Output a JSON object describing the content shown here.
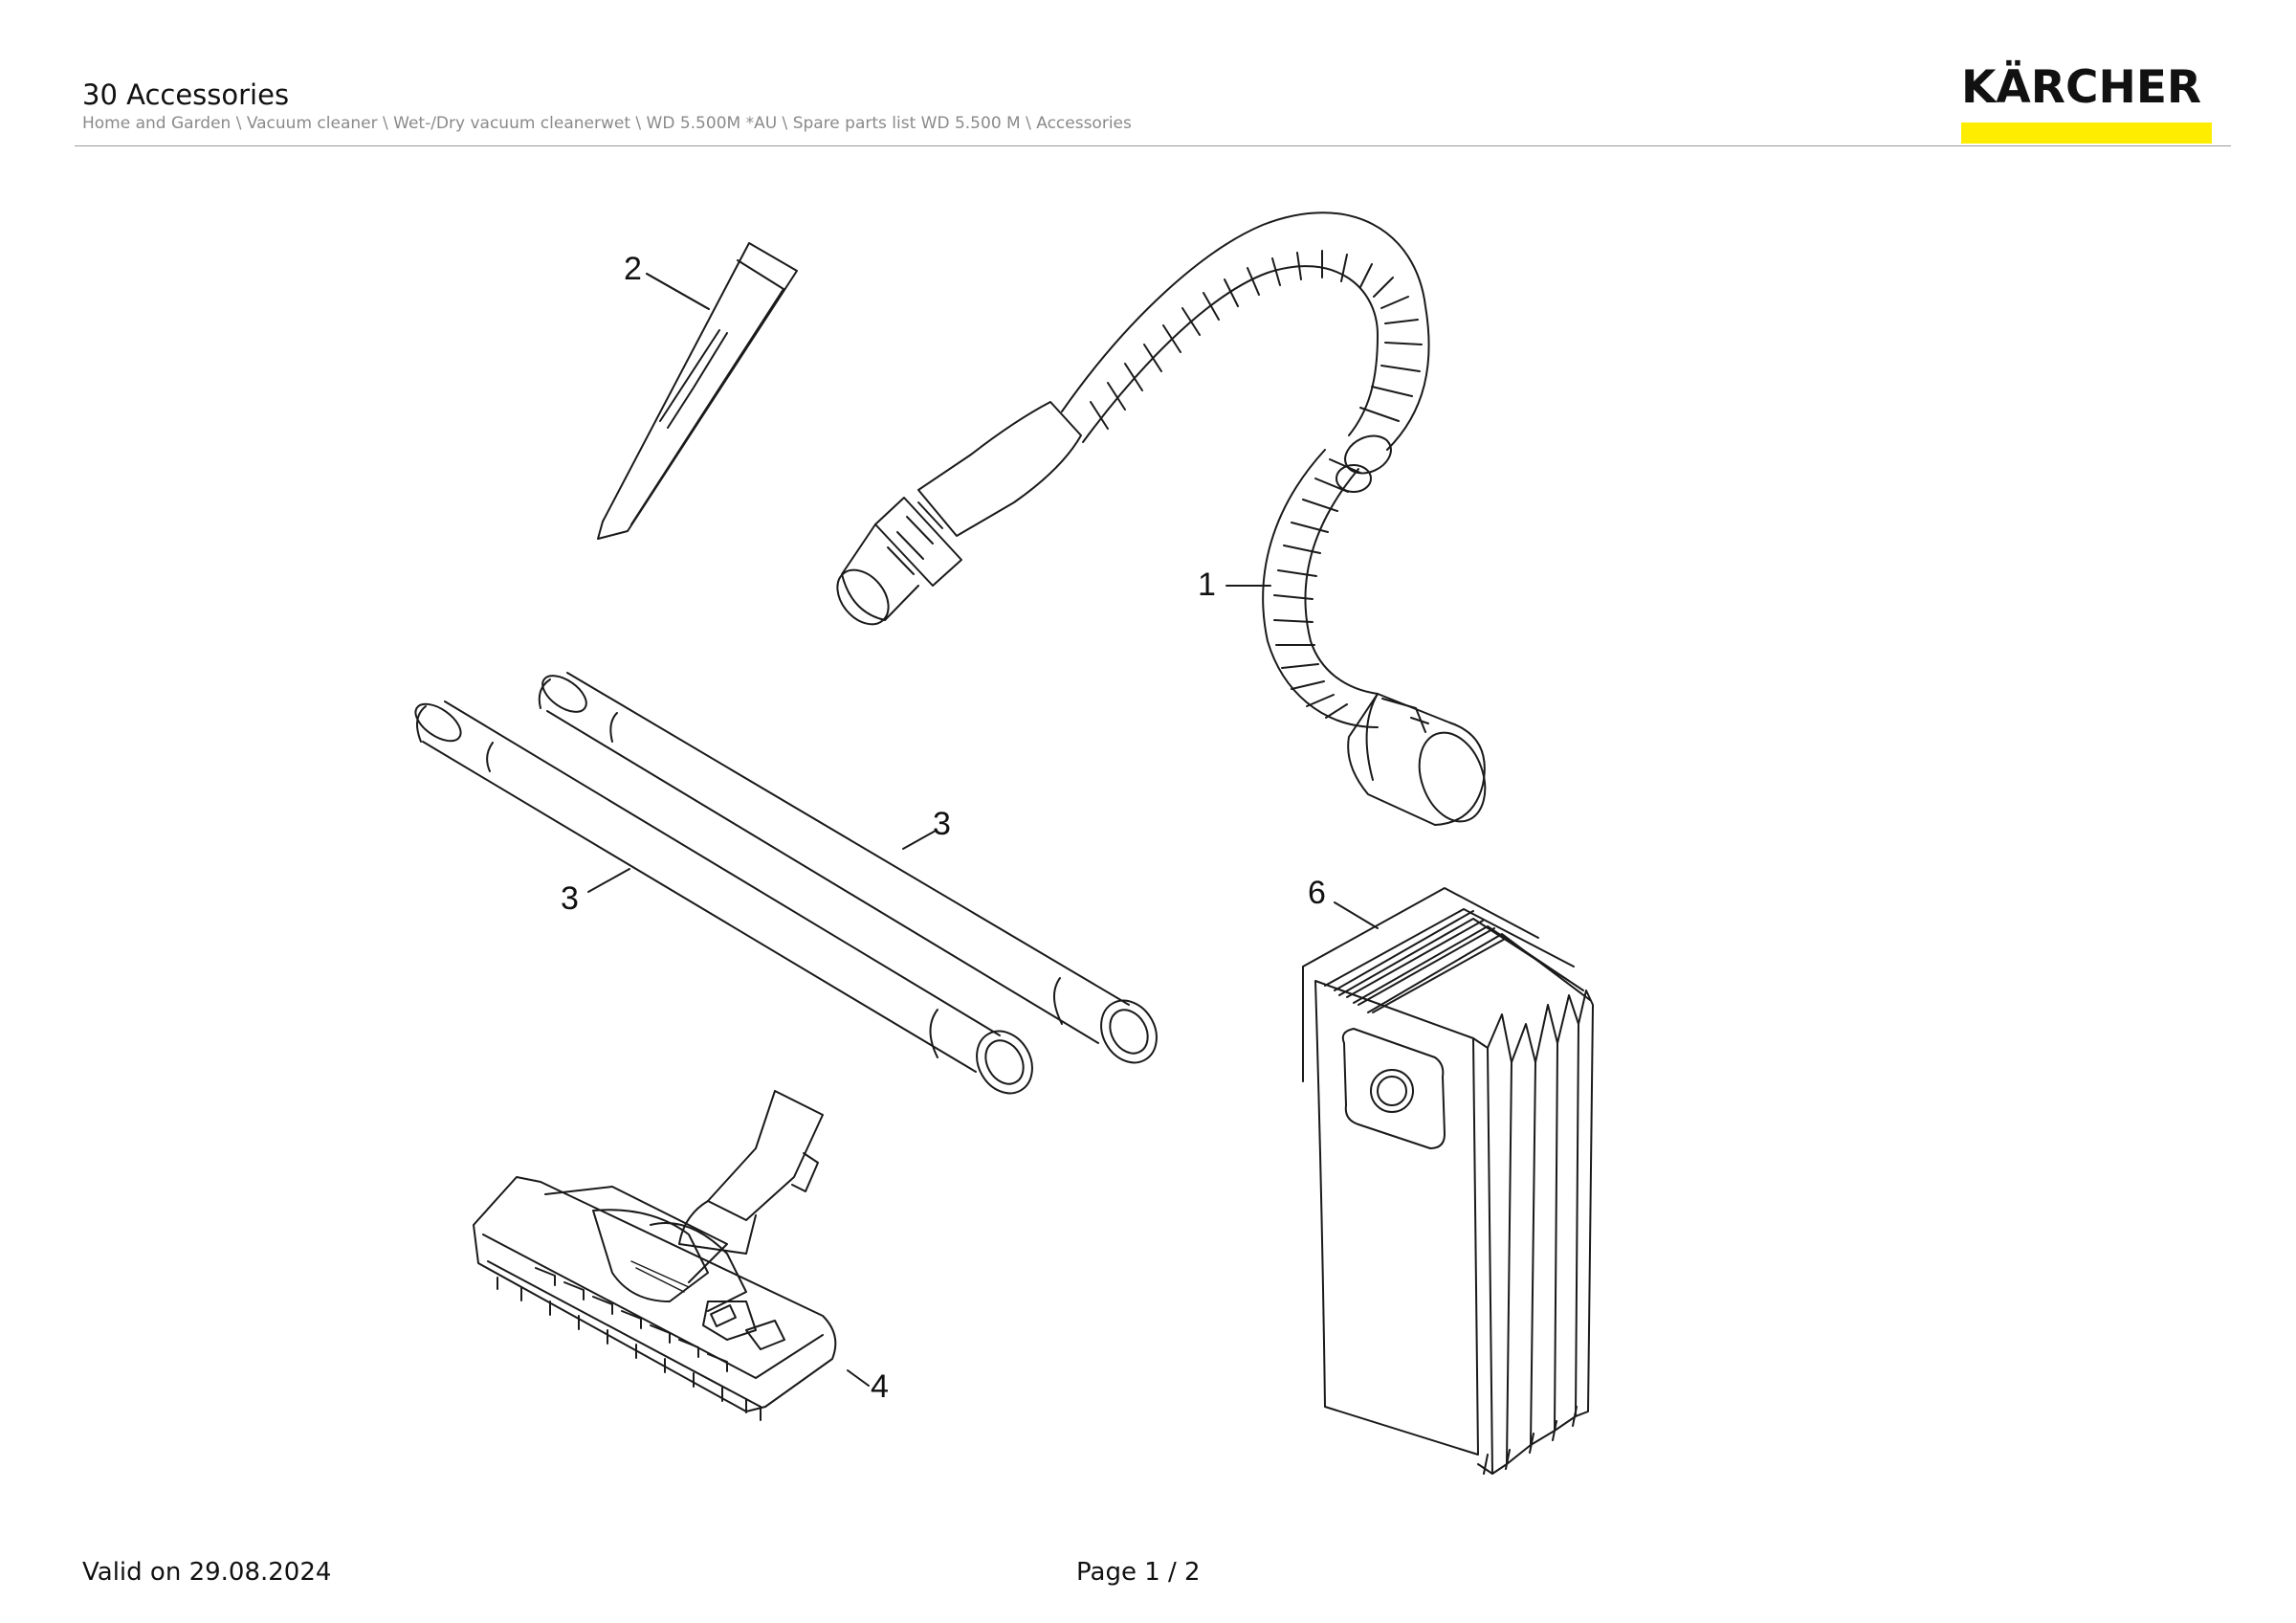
{
  "header": {
    "title": "30 Accessories",
    "breadcrumb": "Home and Garden \\ Vacuum cleaner \\ Wet-/Dry vacuum cleanerwet \\ WD 5.500M *AU \\ Spare parts list WD 5.500 M \\ Accessories",
    "logo_text": "KÄRCHER"
  },
  "colors": {
    "brand_yellow": "#ffed00"
  },
  "callouts": {
    "hose": "1",
    "crevice_nozzle": "2",
    "tube_upper": "3",
    "tube_lower": "3",
    "floor_nozzle": "4",
    "filter_bags": "6"
  },
  "footer": {
    "valid": "Valid on 29.08.2024",
    "page": "Page 1 / 2"
  }
}
